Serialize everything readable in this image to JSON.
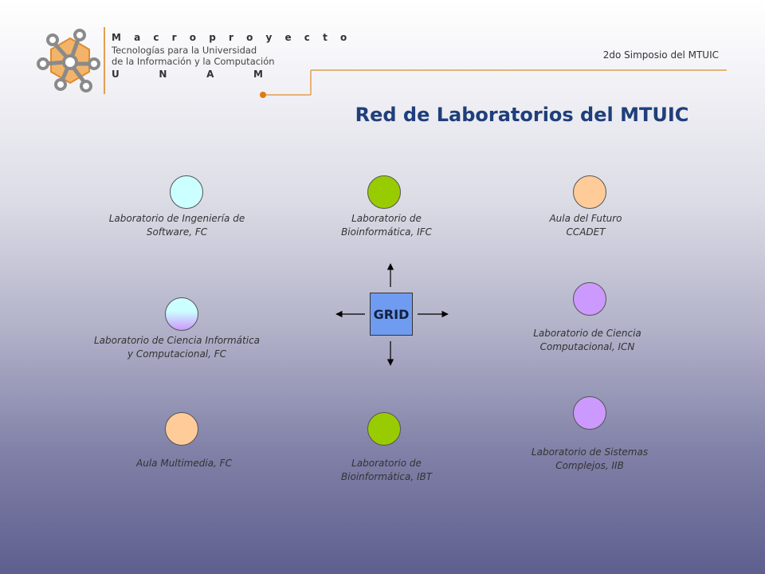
{
  "header": {
    "logo_title": "M a c r o p r o y e c t o",
    "logo_line1": "Tecnologías para la Universidad",
    "logo_line2": "de la Información y la Computación",
    "logo_unam": [
      "U",
      "N",
      "A",
      "M"
    ],
    "symposium": "2do Simposio del MTUIC",
    "accent_color": "#e0a050"
  },
  "slide": {
    "title": "Red de Laboratorios del MTUIC",
    "title_color": "#1f3f7a"
  },
  "center": {
    "label": "GRID",
    "color": "#6f9cf0"
  },
  "labs": [
    {
      "name": "Laboratorio de Ingeniería de Software, FC",
      "line1": "Laboratorio de Ingeniería de",
      "line2": "Software, FC",
      "color": "#ccffff"
    },
    {
      "name": "Laboratorio de Bioinformática, IFC",
      "line1": "Laboratorio de",
      "line2": "Bioinformática, IFC",
      "color": "#99cc00"
    },
    {
      "name": "Aula del Futuro CCADET",
      "line1": "Aula del Futuro",
      "line2": "CCADET",
      "color": "#ffcc99"
    },
    {
      "name": "Laboratorio de Ciencia Informática y Computacional, FC",
      "line1": "Laboratorio de Ciencia Informática",
      "line2": "y Computacional, FC",
      "color": "#ccffff"
    },
    {
      "name": "Laboratorio de Ciencia Computacional, ICN",
      "line1": "Laboratorio de Ciencia",
      "line2": "Computacional, ICN",
      "color": "#cc99ff"
    },
    {
      "name": "Aula Multimedia, FC",
      "line1": "Aula Multimedia, FC",
      "line2": "",
      "color": "#ffcc99"
    },
    {
      "name": "Laboratorio de Bioinformática, IBT",
      "line1": "Laboratorio de",
      "line2": "Bioinformática, IBT",
      "color": "#99cc00"
    },
    {
      "name": "Laboratorio de Sistemas Complejos, IIB",
      "line1": "Laboratorio de Sistemas",
      "line2": "Complejos, IIB",
      "color": "#cc99ff"
    }
  ]
}
